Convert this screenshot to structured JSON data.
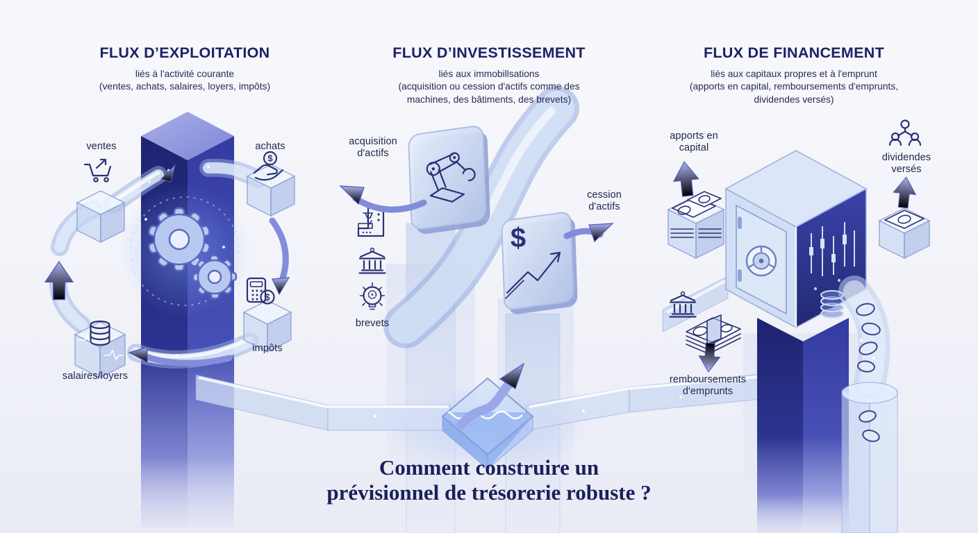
{
  "palette": {
    "navy_heading": "#1c2263",
    "label_ink": "#20274d",
    "pillar_indigo": "#2b3292",
    "glass_blue": "#cdd9f1",
    "arrow_violet": "#7f89d9",
    "background": "#f2f3f9"
  },
  "icons": {
    "dollar": "$"
  },
  "sections": {
    "exploitation": {
      "title": "FLUX D’EXPLOITATION",
      "subtitle": "liés à l'activité courante",
      "detail": "(ventes, achats, salaires, loyers, impôts)",
      "labels": {
        "ventes": "ventes",
        "achats": "achats",
        "salaires": "salaires/loyers",
        "impots": "impôts"
      }
    },
    "investissement": {
      "title": "FLUX D’INVESTISSEMENT",
      "subtitle": "liés aux immobillsations",
      "detail": "(acquisition ou cession d'actifs comme des machines, des bâtiments, des brevets)",
      "labels": {
        "acquisition": "acquisition d'actifs",
        "cession": "cession d'actifs",
        "brevets": "brevets"
      }
    },
    "financement": {
      "title": "FLUX DE FINANCEMENT",
      "subtitle": "liés aux capitaux propres et à l'emprunt",
      "detail": "(apports en capital, remboursements d'emprunts, dividendes versés)",
      "labels": {
        "apports": "apports en capital",
        "dividendes": "dividendes versés",
        "remboursements": "remboursements d'emprunts"
      }
    }
  },
  "footer": {
    "question_line1": "Comment construire un",
    "question_line2": "prévisionnel de trésorerie robuste ?"
  }
}
